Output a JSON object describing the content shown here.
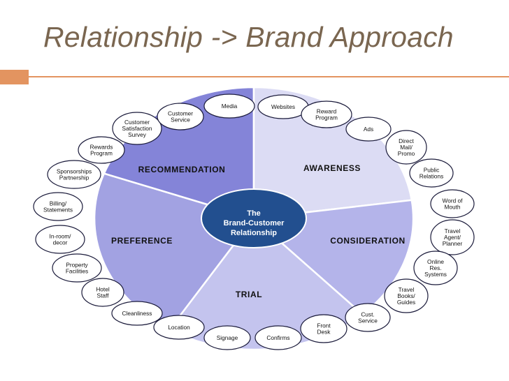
{
  "title": "Relationship -> Brand Approach",
  "colors": {
    "title": "#7a6650",
    "accent": "#e39460",
    "recommendation": "#8484d8",
    "awareness": "#dcdcf4",
    "consideration": "#b4b4ea",
    "trial": "#c4c4ee",
    "preference": "#a2a2e2",
    "hub": "#224f8f",
    "outline": "#1a1a3a"
  },
  "diagram": {
    "hub_lines": [
      "The",
      "Brand-Customer",
      "Relationship"
    ],
    "segments": {
      "recommendation": "RECOMMENDATION",
      "awareness": "AWARENESS",
      "consideration": "CONSIDERATION",
      "trial": "TRIAL",
      "preference": "PREFERENCE"
    },
    "touchpoints": [
      [
        "Media"
      ],
      [
        "Websites"
      ],
      [
        "Reward",
        "Program"
      ],
      [
        "Ads"
      ],
      [
        "Direct",
        "Mail/",
        "Promo"
      ],
      [
        "Public",
        "Relations"
      ],
      [
        "Word of",
        "Mouth"
      ],
      [
        "Travel",
        "Agent/",
        "Planner"
      ],
      [
        "Online",
        "Res.",
        "Systems"
      ],
      [
        "Travel",
        "Books/",
        "Guides"
      ],
      [
        "Cust.",
        "Service"
      ],
      [
        "Front",
        "Desk"
      ],
      [
        "Confirms"
      ],
      [
        "Signage"
      ],
      [
        "Location"
      ],
      [
        "Cleanliness"
      ],
      [
        "Hotel",
        "Staff"
      ],
      [
        "Property",
        "Facilities"
      ],
      [
        "In-room/",
        "decor"
      ],
      [
        "Billing/",
        "Statements"
      ],
      [
        "Sponsorships",
        "Partnership"
      ],
      [
        "Rewards",
        "Program"
      ],
      [
        "Customer",
        "Satisfaction",
        "Survey"
      ],
      [
        "Customer",
        "Service"
      ]
    ]
  }
}
